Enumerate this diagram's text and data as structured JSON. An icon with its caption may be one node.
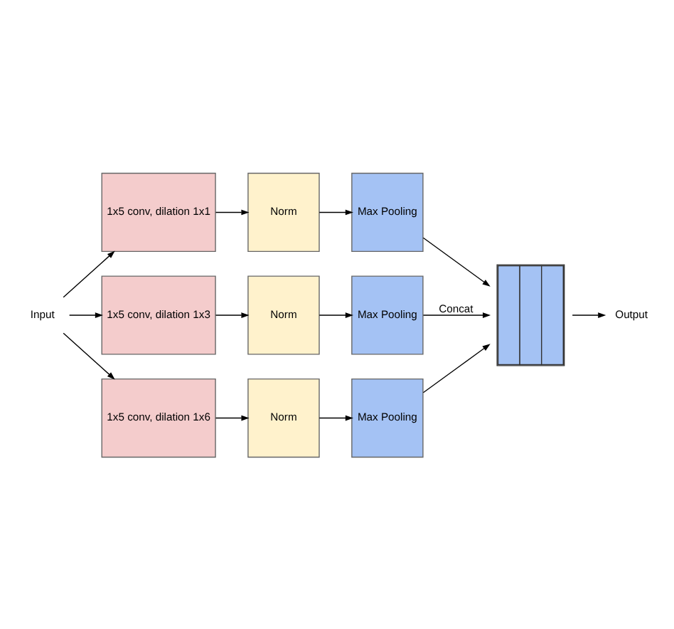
{
  "diagram": {
    "nodes": [
      {
        "text": [
          "Input"
        ]
      },
      {
        "text": [
          "1x5 conv, dilation 1x1"
        ]
      },
      {
        "text": [
          "1x5 conv, dilation 1x3"
        ]
      },
      {
        "text": [
          "1x5 conv, dilation 1x6"
        ]
      },
      {
        "text": [
          "Norm"
        ]
      },
      {
        "text": [
          "Norm"
        ]
      },
      {
        "text": [
          "Norm"
        ]
      },
      {
        "text": [
          "Max Pooling"
        ]
      },
      {
        "text": [
          "Max Pooling"
        ]
      },
      {
        "text": [
          "Max Pooling"
        ]
      },
      {
        "text": [],
        "shape": "box"
      },
      {
        "text": [
          "Output"
        ]
      }
    ],
    "edges": [
      {
        "from": 0,
        "to": 1,
        "arrow": "to"
      },
      {
        "from": 0,
        "to": 2,
        "arrow": "to"
      },
      {
        "from": 0,
        "to": 3,
        "arrow": "to"
      },
      {
        "from": 1,
        "to": 4,
        "arrow": "to"
      },
      {
        "from": 2,
        "to": 5,
        "arrow": "to"
      },
      {
        "from": 3,
        "to": 6,
        "arrow": "to"
      },
      {
        "from": 4,
        "to": 7,
        "arrow": "to"
      },
      {
        "from": 5,
        "to": 8,
        "arrow": "to"
      },
      {
        "from": 6,
        "to": 9,
        "arrow": "to"
      },
      {
        "from": 7,
        "to": 10,
        "arrow": "to"
      },
      {
        "from": 8,
        "to": 10,
        "arrow": "to",
        "label": "Concat"
      },
      {
        "from": 9,
        "to": 10,
        "arrow": "to"
      },
      {
        "from": 10,
        "to": 11,
        "arrow": "to"
      }
    ]
  }
}
